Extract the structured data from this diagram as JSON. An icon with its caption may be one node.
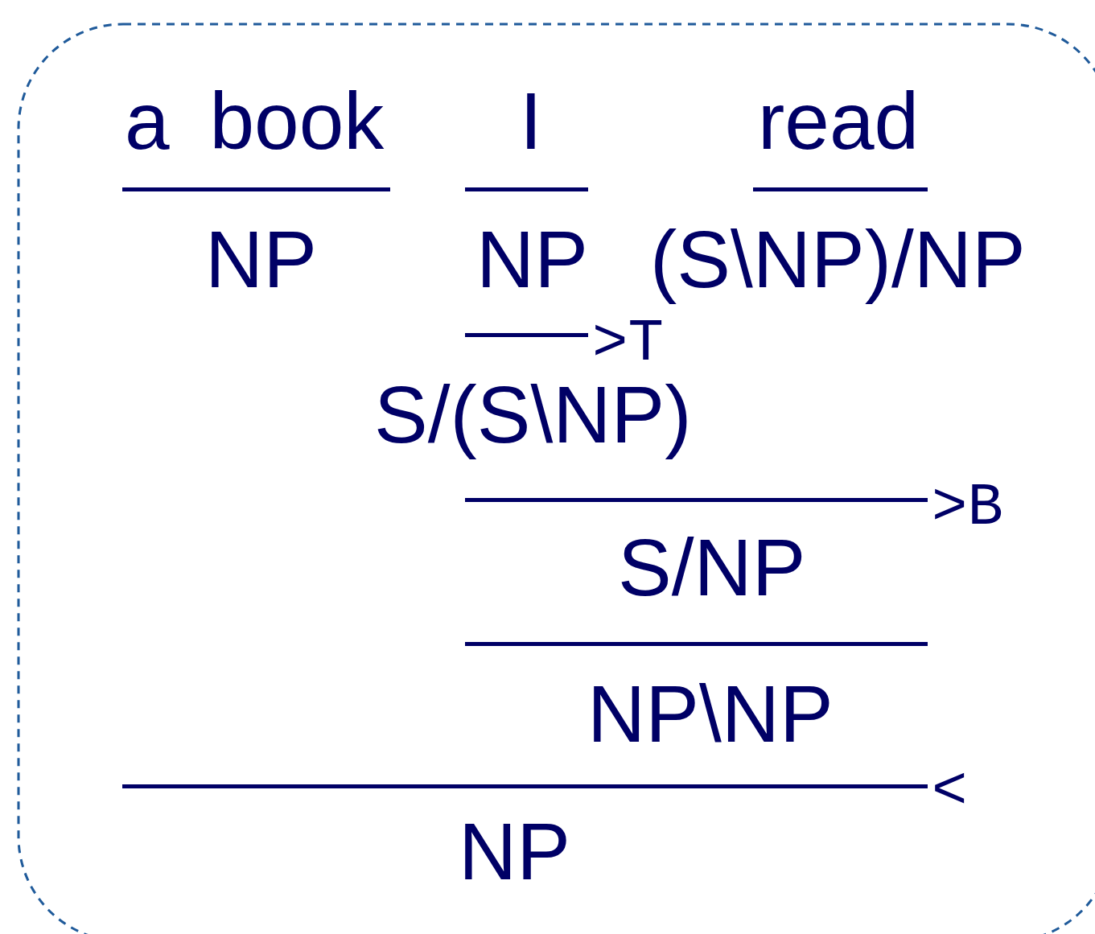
{
  "diagram": {
    "labels": [
      "a book",
      "I",
      "read",
      "NP",
      "NP",
      "(S\\NP)/NP",
      ">T",
      "S/(S\\NP)",
      ">B",
      "S/NP",
      "NP\\NP",
      "<",
      "NP"
    ]
  }
}
